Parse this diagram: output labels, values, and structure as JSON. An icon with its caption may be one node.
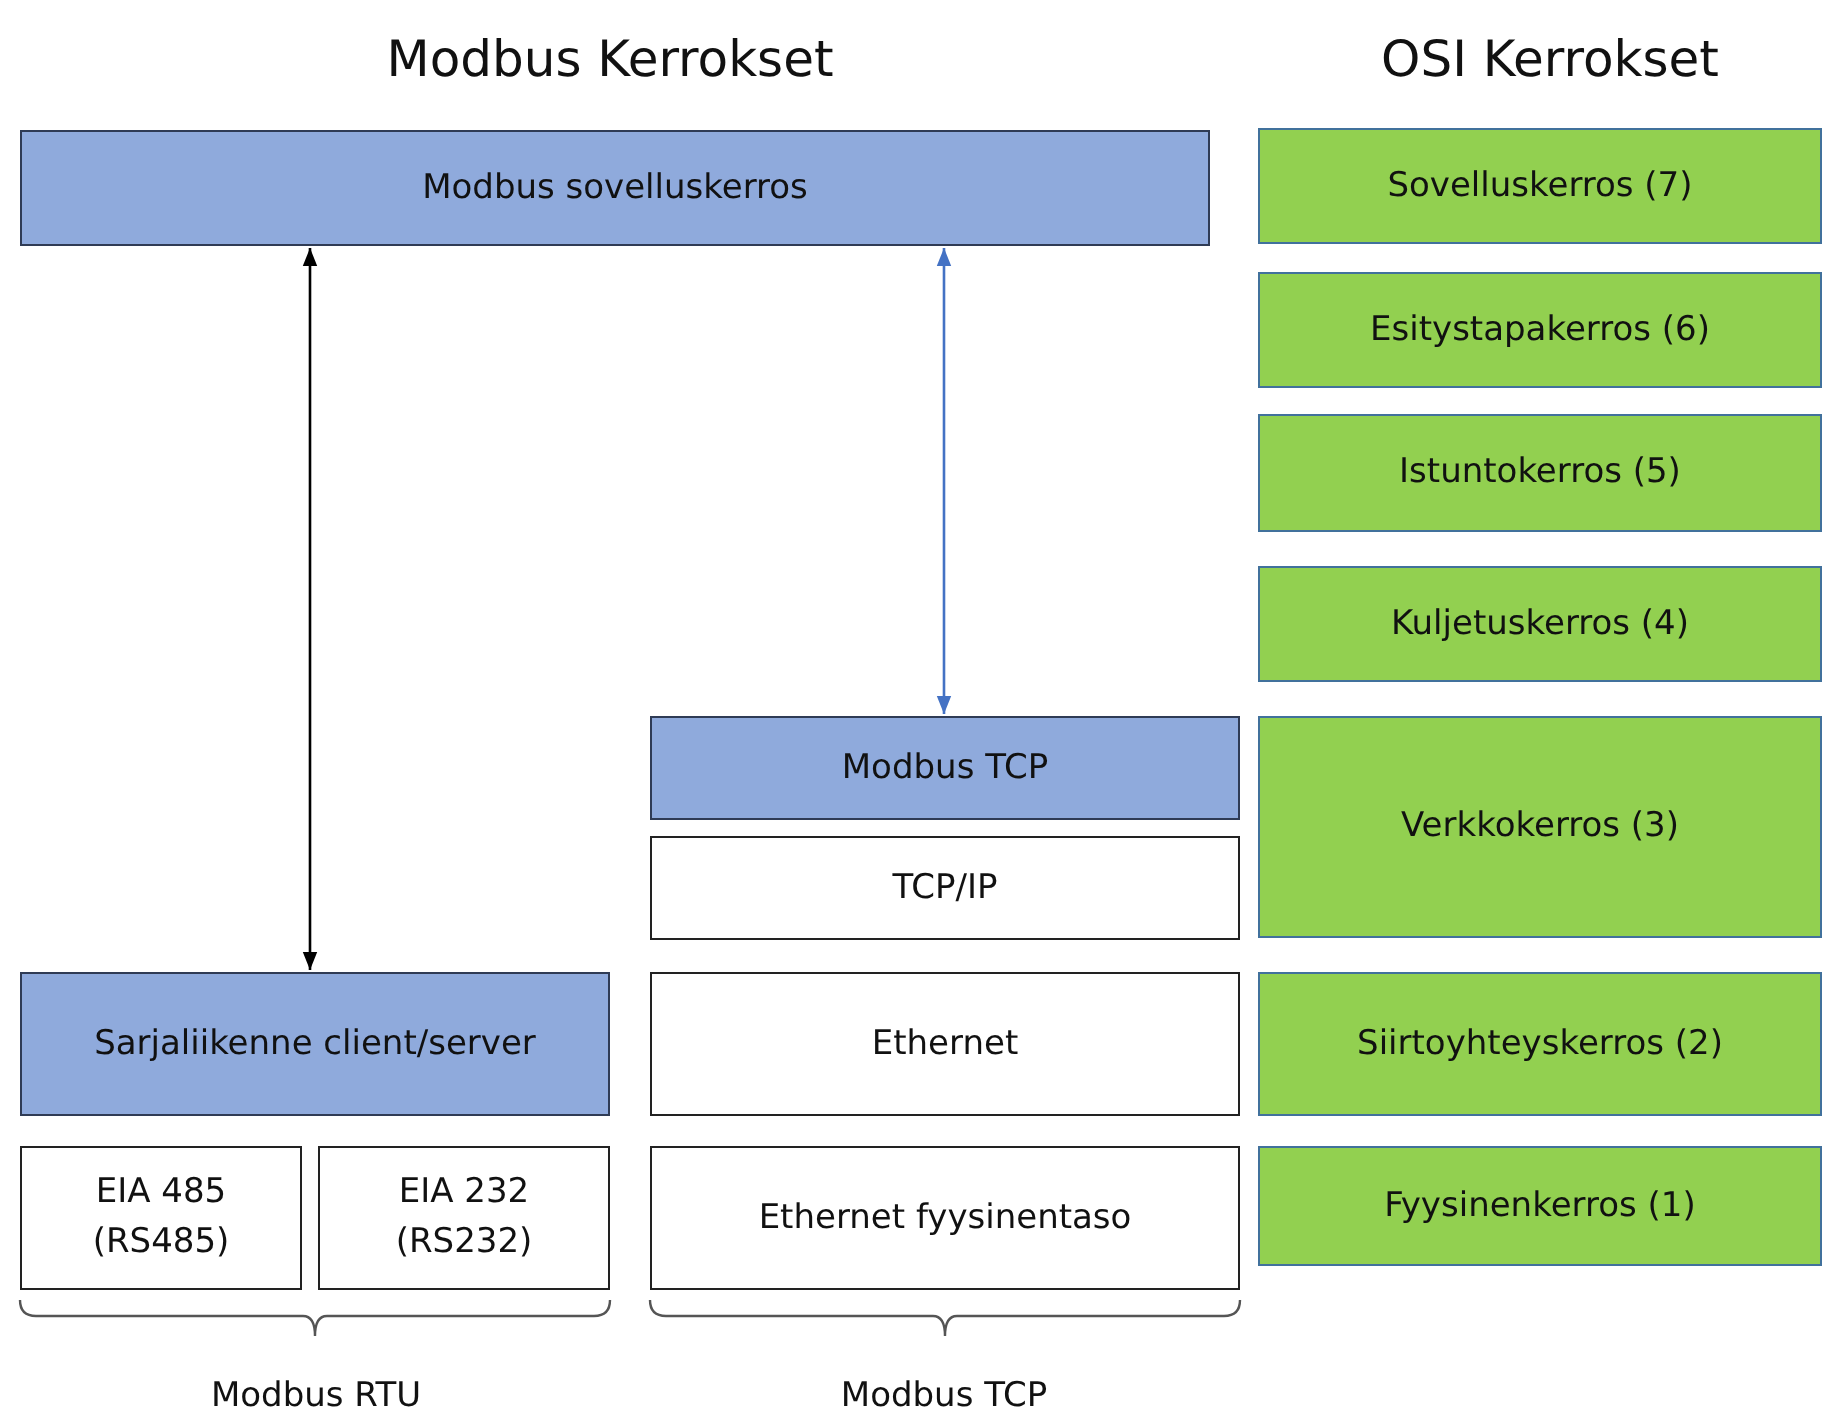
{
  "diagram": {
    "nodes": [
      {
        "text": [
          "Modbus sovelluskerros"
        ]
      },
      {
        "text": [
          "Modbus TCP"
        ]
      },
      {
        "text": [
          "TCP/IP"
        ]
      },
      {
        "text": [
          "Sarjaliikenne client/server"
        ]
      },
      {
        "text": [
          "Ethernet"
        ]
      },
      {
        "text": [
          "EIA 485 (RS485)"
        ]
      },
      {
        "text": [
          "EIA 232 (RS232)"
        ]
      },
      {
        "text": [
          "Ethernet fyysinentaso"
        ]
      },
      {
        "text": [
          "Sovelluskerros (7)"
        ]
      },
      {
        "text": [
          "Esitystapakerros (6)"
        ]
      },
      {
        "text": [
          "Istuntokerros (5)"
        ]
      },
      {
        "text": [
          "Kuljetuskerros (4)"
        ]
      },
      {
        "text": [
          "Verkkokerros (3)"
        ]
      },
      {
        "text": [
          "Siirtoyhteyskerros (2)"
        ]
      },
      {
        "text": [
          "Fyysinenkerros (1)"
        ]
      }
    ],
    "edges": [
      {
        "from": 0,
        "to": 3,
        "arrow": "both"
      },
      {
        "from": 0,
        "to": 1,
        "arrow": "both",
        "color": "#4472c4"
      }
    ],
    "labels": [
      "Modbus Kerrokset",
      "OSI Kerrokset",
      "Modbus RTU",
      "Modbus TCP"
    ]
  }
}
